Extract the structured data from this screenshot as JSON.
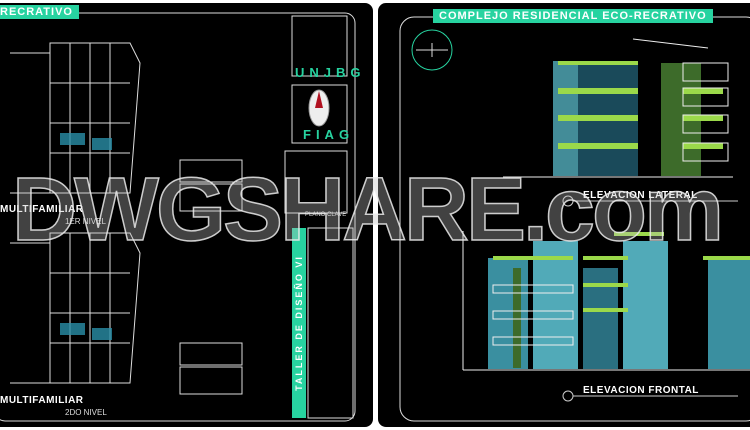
{
  "left_sheet": {
    "title_tag": "RECRATIVO",
    "plan1_title": "MULTIFAMILIAR",
    "plan1_level": "1ER NIVEL",
    "plan2_title": "MULTIFAMILIAR",
    "plan2_level": "2DO NIVEL",
    "title_block": {
      "university": "UNJBG",
      "faculty": "FIAG",
      "key_plan": "PLANO CLAVE",
      "course": "TALLER DE DISEÑO VI"
    }
  },
  "right_sheet": {
    "title_tag": "COMPLEJO RESIDENCIAL ECO-RECRATIVO",
    "elevation1": "ELEVACION LATERAL",
    "elevation2": "ELEVACION FRONTAL"
  },
  "watermark": "DWGSHARE.com",
  "colors": {
    "accent": "#27d3a0",
    "background": "#000000",
    "glass": "#5fc8d8",
    "greenery": "#7dc242"
  }
}
